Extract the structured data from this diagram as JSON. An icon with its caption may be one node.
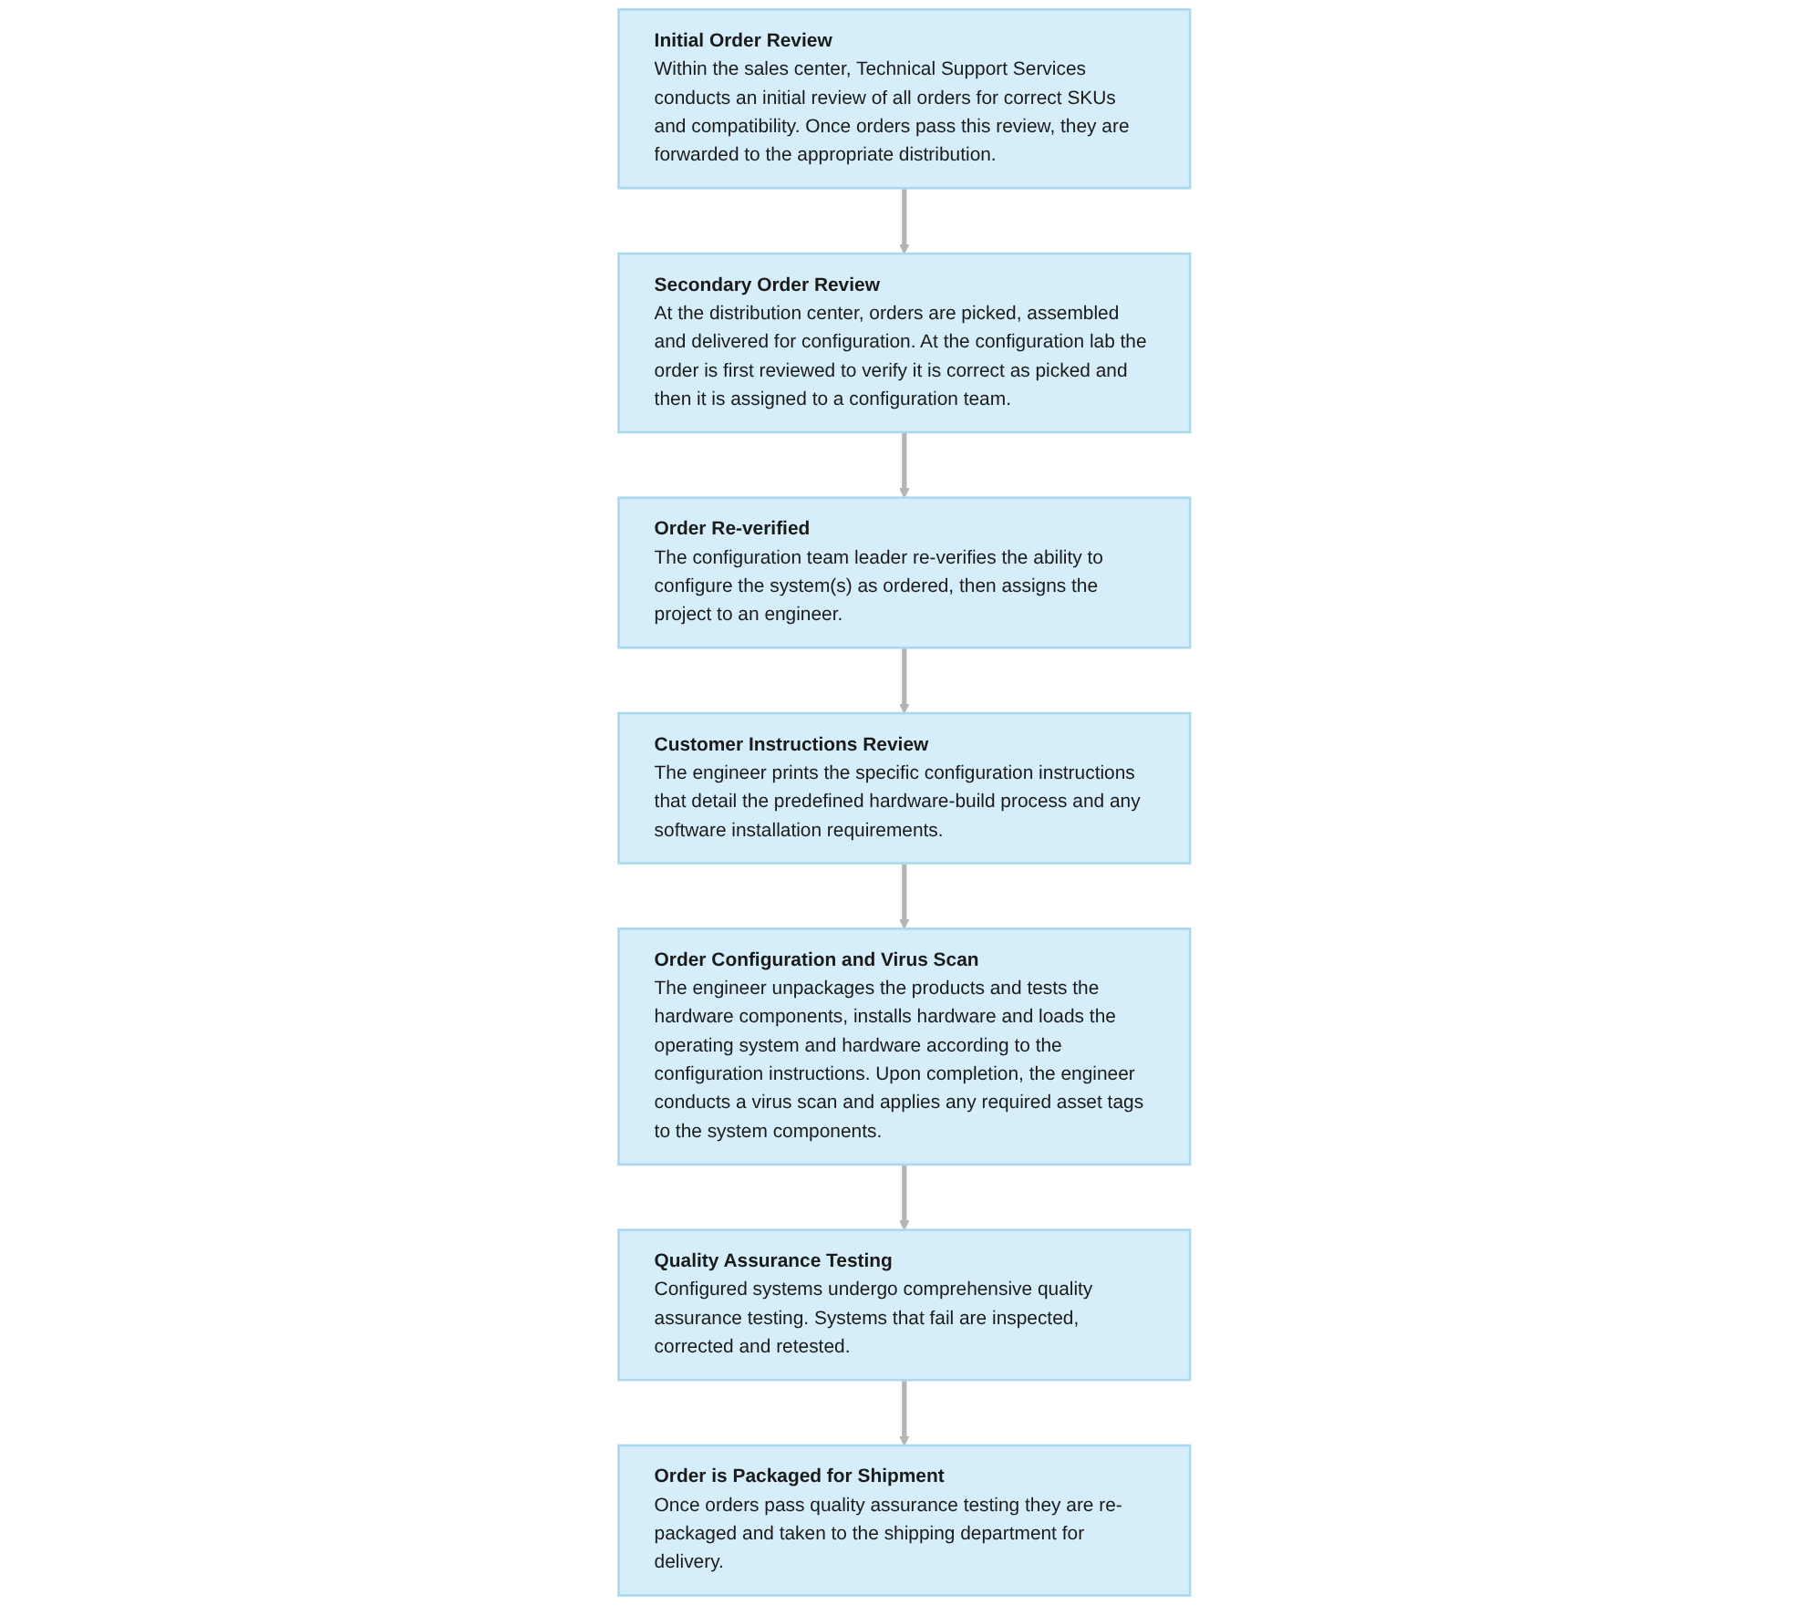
{
  "diagram": {
    "nodes": [
      {
        "text": [
          "Initial Order Review",
          "Within the sales center, Technical Support Services conducts an initial review of all orders for correct SKUs and compatibility. Once orders pass this review, they are forwarded to the appropriate distribution."
        ]
      },
      {
        "text": [
          "Secondary Order Review",
          "At the distribution center, orders are picked, assembled and delivered for configuration. At the configuration lab the order is first reviewed to verify it is correct as picked and then it is assigned to a configuration team."
        ]
      },
      {
        "text": [
          "Order Re-verified",
          "The configuration team leader re-verifies the ability to configure the system(s) as ordered, then assigns the project to an engineer."
        ]
      },
      {
        "text": [
          "Customer Instructions Review",
          "The engineer prints the specific configuration instructions that detail the predefined hardware-build process and any software installation requirements."
        ]
      },
      {
        "text": [
          "Order Configuration and Virus Scan",
          "The engineer unpackages the products and tests the hardware components, installs hardware and loads the operating system and hardware according to the configuration instructions. Upon completion, the engineer conducts a virus scan and applies any required asset tags to the system components."
        ]
      },
      {
        "text": [
          "Quality Assurance Testing",
          "Configured systems undergo comprehensive quality assurance testing. Systems that fail are inspected, corrected and retested."
        ]
      },
      {
        "text": [
          "Order is Packaged for Shipment",
          "Once orders pass quality assurance testing they are re-packaged and taken to the shipping department for delivery."
        ]
      }
    ],
    "edges": [
      {
        "from": 0,
        "to": 1,
        "arrow": "to"
      },
      {
        "from": 1,
        "to": 2,
        "arrow": "to"
      },
      {
        "from": 2,
        "to": 3,
        "arrow": "to"
      },
      {
        "from": 3,
        "to": 4,
        "arrow": "to"
      },
      {
        "from": 4,
        "to": 5,
        "arrow": "to"
      },
      {
        "from": 5,
        "to": 6,
        "arrow": "to"
      }
    ]
  }
}
